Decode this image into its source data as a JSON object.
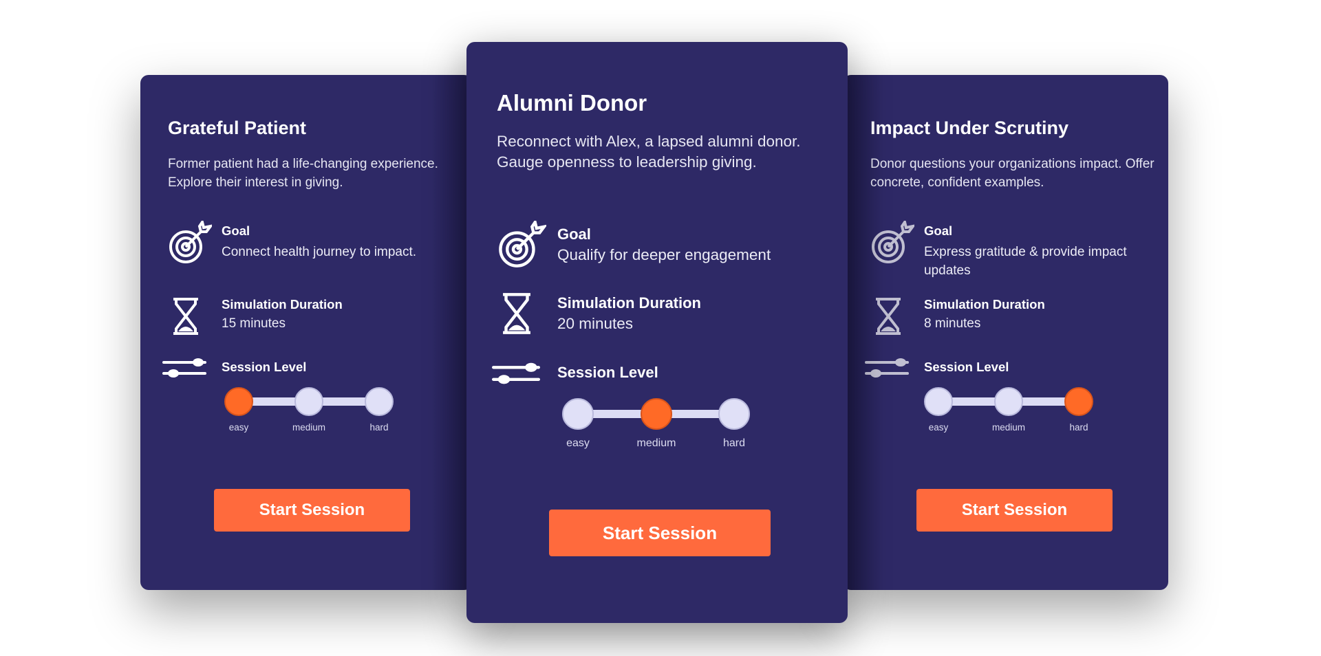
{
  "levels": [
    "easy",
    "medium",
    "hard"
  ],
  "common": {
    "goal_label": "Goal",
    "duration_label": "Simulation Duration",
    "level_label": "Session Level",
    "start_label": "Start Session"
  },
  "cards": [
    {
      "title": "Grateful Patient",
      "description": "Former patient had a life-changing experience. Explore their interest in giving.",
      "goal": "Connect health journey to impact.",
      "duration": "15 minutes",
      "selected_level": "easy"
    },
    {
      "title": "Alumni Donor",
      "description": "Reconnect with Alex, a lapsed alumni donor. Gauge openness to leadership giving.",
      "goal": "Qualify for deeper engagement",
      "duration": "20 minutes",
      "selected_level": "medium"
    },
    {
      "title": "Impact Under Scrutiny",
      "description": "Donor questions your organizations impact. Offer concrete, confident examples.",
      "goal": "Express gratitude & provide impact updates",
      "duration": "8 minutes",
      "selected_level": "hard"
    }
  ],
  "colors": {
    "card": "#2e2966",
    "accent": "#ff6a3d",
    "track": "#dcdcf5"
  }
}
